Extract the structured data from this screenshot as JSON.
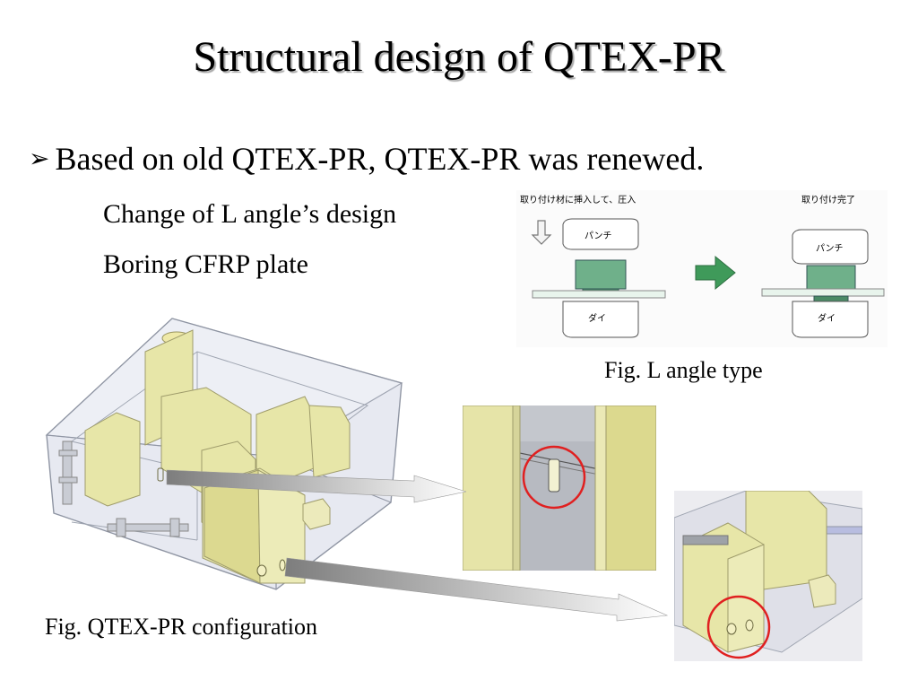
{
  "slide": {
    "title": "Structural design of QTEX-PR",
    "bullet": "Based on old QTEX-PR, QTEX-PR was renewed.",
    "sub_items": [
      "Change of L angle’s design",
      "Boring CFRP plate"
    ],
    "caption_l_angle": "Fig. L angle type",
    "caption_config": "Fig. QTEX-PR configuration"
  },
  "l_angle_figure": {
    "left_heading": "取り付け材に挿入して、圧入",
    "right_heading": "取り付け完了",
    "punch_label": "パンチ",
    "die_label": "ダイ"
  },
  "colors": {
    "highlight_circle": "#e02020",
    "component_fill": "#e7e6a8",
    "frame_stroke": "#8f95a3",
    "arrow_green": "#3f9a5a",
    "part_green": "#6fb08a"
  },
  "icons": [
    "bullet-arrow-icon",
    "down-arrow-icon",
    "right-arrow-icon"
  ]
}
